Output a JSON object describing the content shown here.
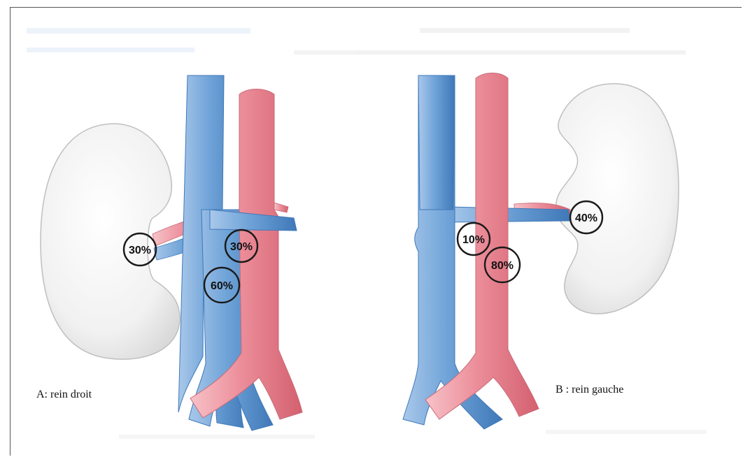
{
  "panels": [
    {
      "caption": "A: rein droit",
      "labels": [
        "30%",
        "30%",
        "60%"
      ]
    },
    {
      "caption": "B : rein gauche",
      "labels": [
        "40%",
        "10%",
        "80%"
      ]
    }
  ],
  "colors": {
    "vein": "#6fa3d8",
    "artery": "#ec8e9a",
    "kidney": "#f4f4f4",
    "outline": "#1a1a1a"
  }
}
